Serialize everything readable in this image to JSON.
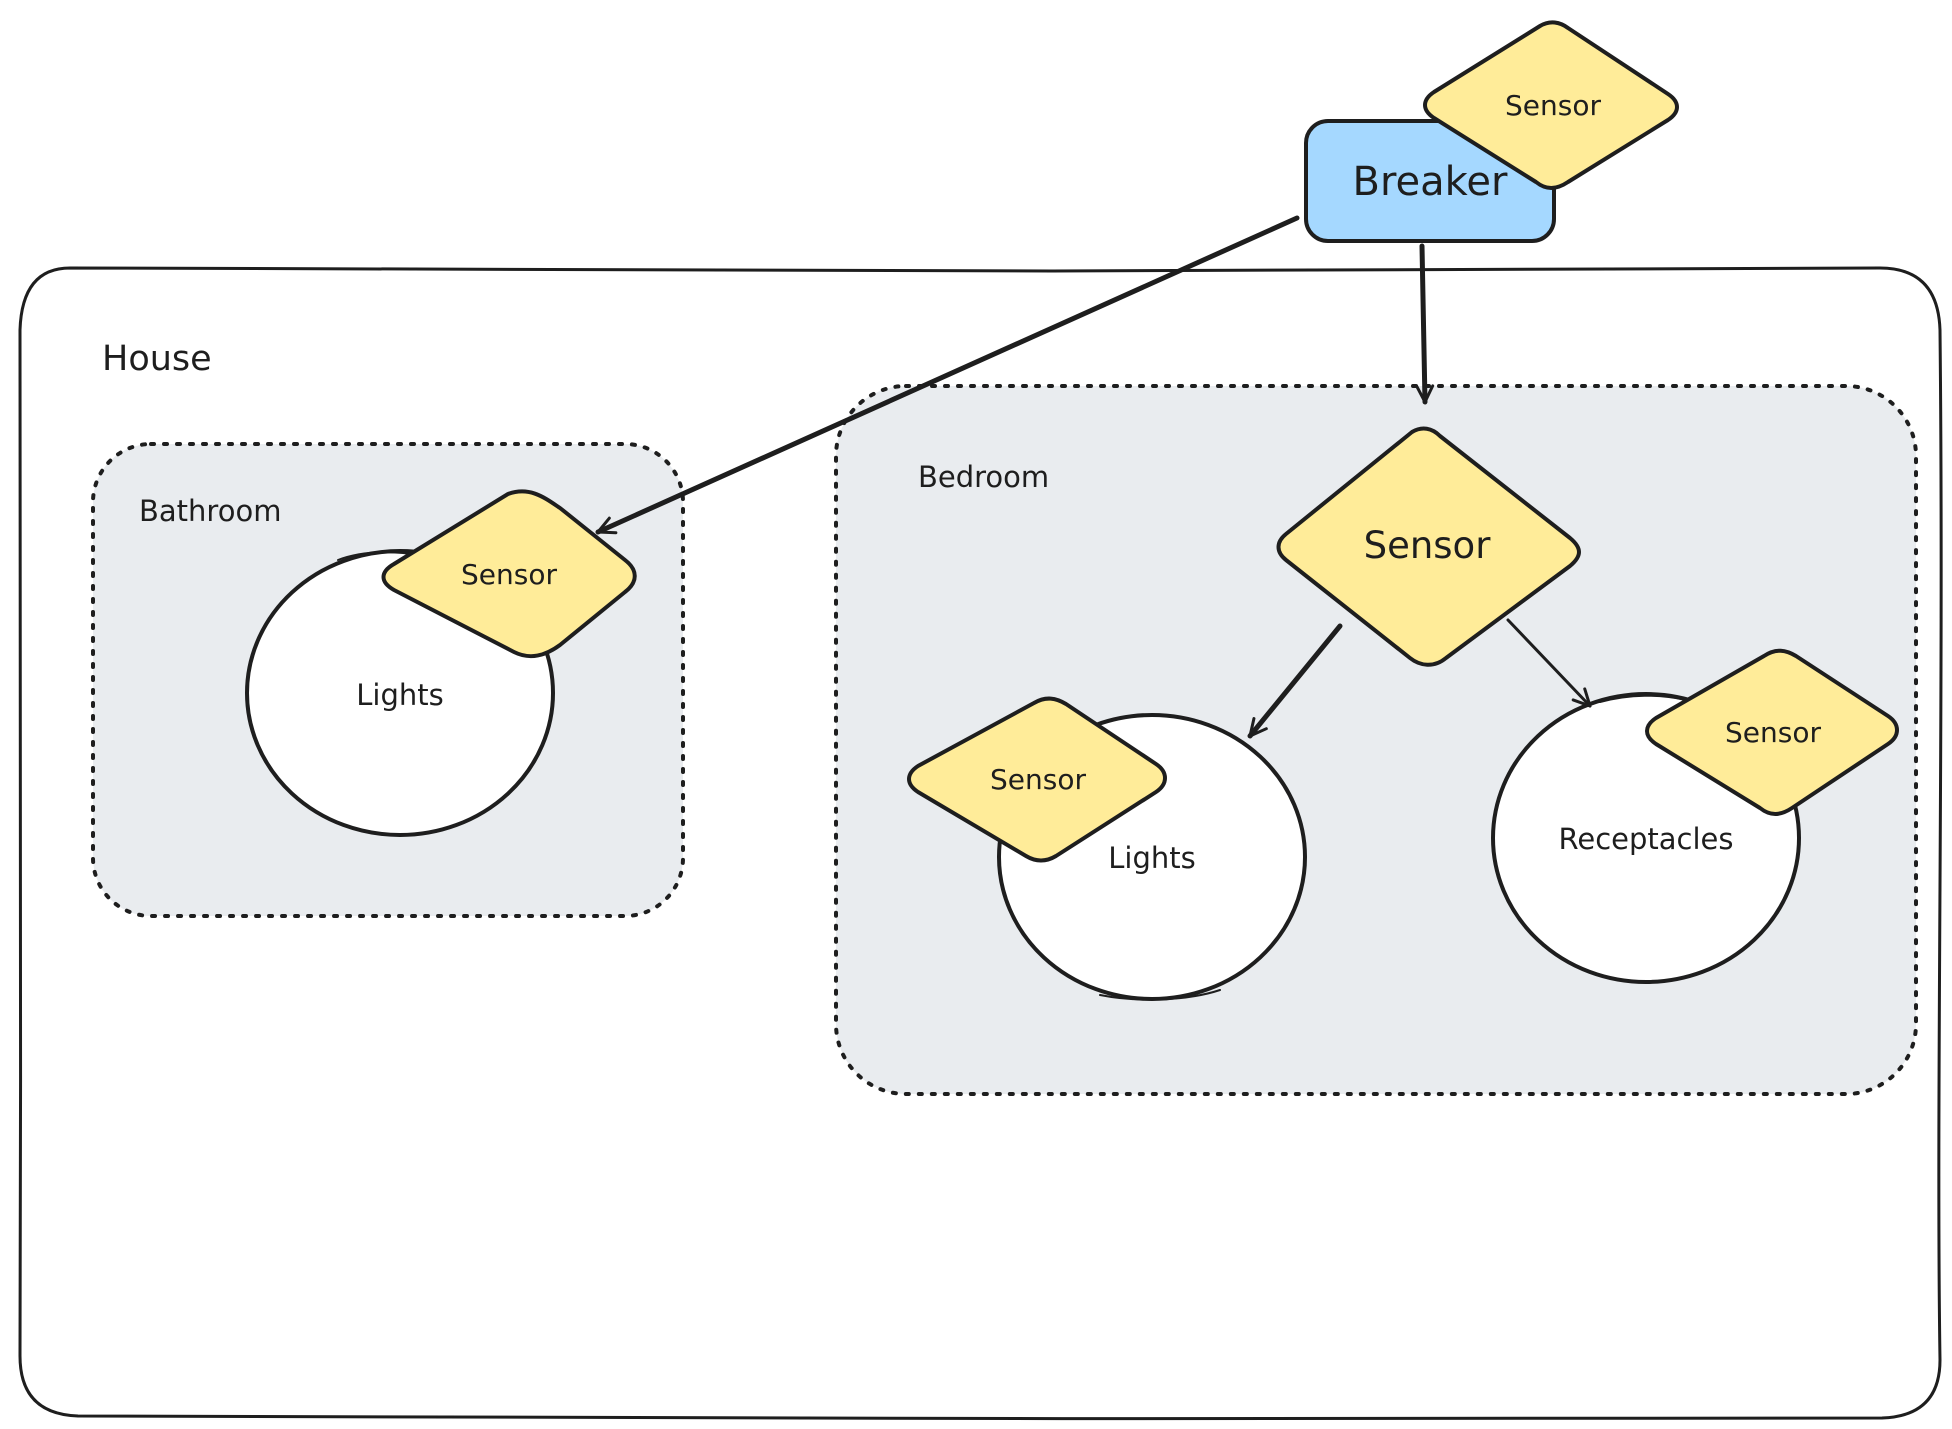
{
  "house": {
    "label": "House"
  },
  "breaker": {
    "label": "Breaker",
    "fill": "#a5d8ff"
  },
  "breaker_sensor": {
    "label": "Sensor"
  },
  "bathroom": {
    "label": "Bathroom",
    "fill": "#e9ecef",
    "lights": {
      "label": "Lights"
    },
    "sensor": {
      "label": "Sensor"
    }
  },
  "bedroom": {
    "label": "Bedroom",
    "fill": "#e9ecef",
    "main_sensor": {
      "label": "Sensor"
    },
    "lights": {
      "label": "Lights"
    },
    "lights_sensor": {
      "label": "Sensor"
    },
    "receptacles": {
      "label": "Receptacles"
    },
    "receptacles_sensor": {
      "label": "Sensor"
    }
  },
  "colors": {
    "stroke": "#1e1e1e",
    "sensor_fill": "#ffec99",
    "node_fill": "#ffffff"
  }
}
